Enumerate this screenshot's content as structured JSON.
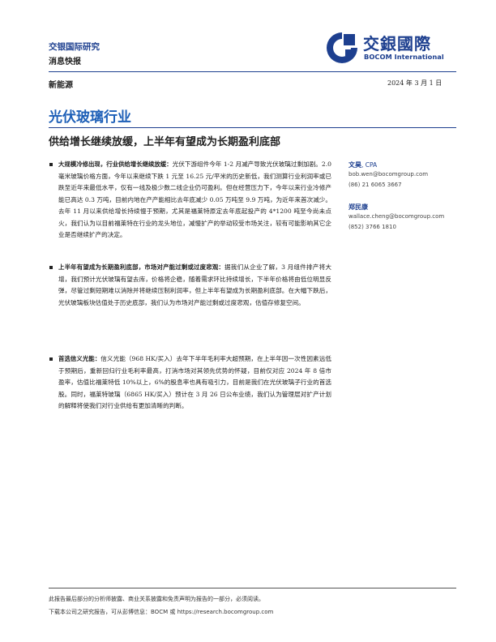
{
  "header": {
    "brand": "交银国际研究",
    "report_type": "消息快报",
    "logo_cn": "交銀國際",
    "logo_en": "BOCOM International",
    "logo_color": "#1d3f8f"
  },
  "meta": {
    "sector": "新能源",
    "date": "2024 年 3 月 1 日"
  },
  "title": "光伏玻璃行业",
  "headline": "供给增长继续放缓，上半年有望成为长期盈利底部",
  "sections": [
    {
      "lead": "大规模冷修出现，行业供给增长继续放缓：",
      "text": "光伏下游组件今年 1-2 月减产导致光伏玻璃过剩加剧。2.0 毫米玻璃价格方面，今年以来继续下跌 1 元至 16.25 元/平米的历史新低，我们测算行业利润率或已跌至近年来最低水平，仅有一线及极少数二线企业仍可盈利。但在经营压力下，今年以来行业冷修产能已高达 0.3 万吨，目前内地在产产能相比去年底减少 0.05 万吨至 9.9 万吨，为近年来首次减少。去年 11 月以来供给增长持续慢于预期，尤其是福莱特原定去年底起投产的 4*1200 吨至今尚未点火，我们认为以目前福莱特在行业的龙头地位，减慢扩产的举动较受市场关注，较有可能影响其它企业是否继续扩产的决定。"
    },
    {
      "lead": "上半年有望成为长期盈利底部，市场对产能过剩或过度悲观：",
      "text": "据我们从企业了解，3 月组件排产将大增，我们预计光伏玻璃有望去库，价格将企稳，随着需求环比持续增长，下半年价格将由低位明显反弹，尽管过剩短期难以消除并将继续压制利润率，但上半年有望成为长期盈利底部。在大幅下跌后，光伏玻璃板块估值处于历史底部，我们认为市场对产能过剩或过度悲观，估值存修复空间。"
    },
    {
      "lead": "首选信义光能：",
      "text": "信义光能（968 HK/买入）去年下半年毛利率大超预期，在上半年因一次性因素远低于预期后，重新回归行业毛利率最高，打消市场对其领先优势的怀疑，目前仅对应 2024 年 8 倍市盈率，估值比福莱特低 10%以上，6%的股息率也具有吸引力，目前是我们在光伏玻璃子行业的首选股。同时，福莱特玻璃（6865 HK/买入）预计在 3 月 26 日公布业绩，我们认为管理层对扩产计划的解释将使我们对行业供给有更加清晰的判断。"
    }
  ],
  "analysts": [
    {
      "name": "文昊",
      "cert": ", CPA",
      "email": "bob.wen@bocomgroup.com",
      "phone": "(86) 21 6065 3667"
    },
    {
      "name": "郑民康",
      "cert": "",
      "email": "wallace.cheng@bocomgroup.com",
      "phone": "(852) 3766 1810"
    }
  ],
  "footer": {
    "line1": "此报告最后部分的分析师披露、商业关系披露和免责声明为报告的一部分，必须阅读。",
    "line2": "下载本公司之研究报告，可从彭博信息：BOCM 或 https://research.bocomgroup.com"
  }
}
